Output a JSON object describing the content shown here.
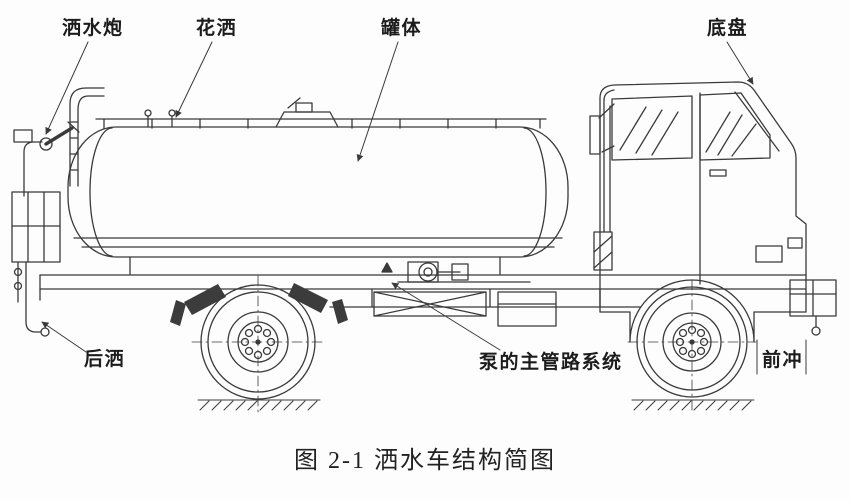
{
  "figure": {
    "caption": "图 2-1 洒水车结构简图"
  },
  "part_labels": {
    "water_cannon": "洒水炮",
    "flower_sprinkler": "花洒",
    "tank_body": "罐体",
    "chassis": "底盘",
    "rear_spray": "后洒",
    "pump_main_pipeline": "泵的主管路系统",
    "front_flush": "前冲"
  },
  "colors": {
    "background": "#fdfdfd",
    "line": "#3a3a3a",
    "fender_fill": "#3c3c3c",
    "text": "#1c1c1c"
  }
}
